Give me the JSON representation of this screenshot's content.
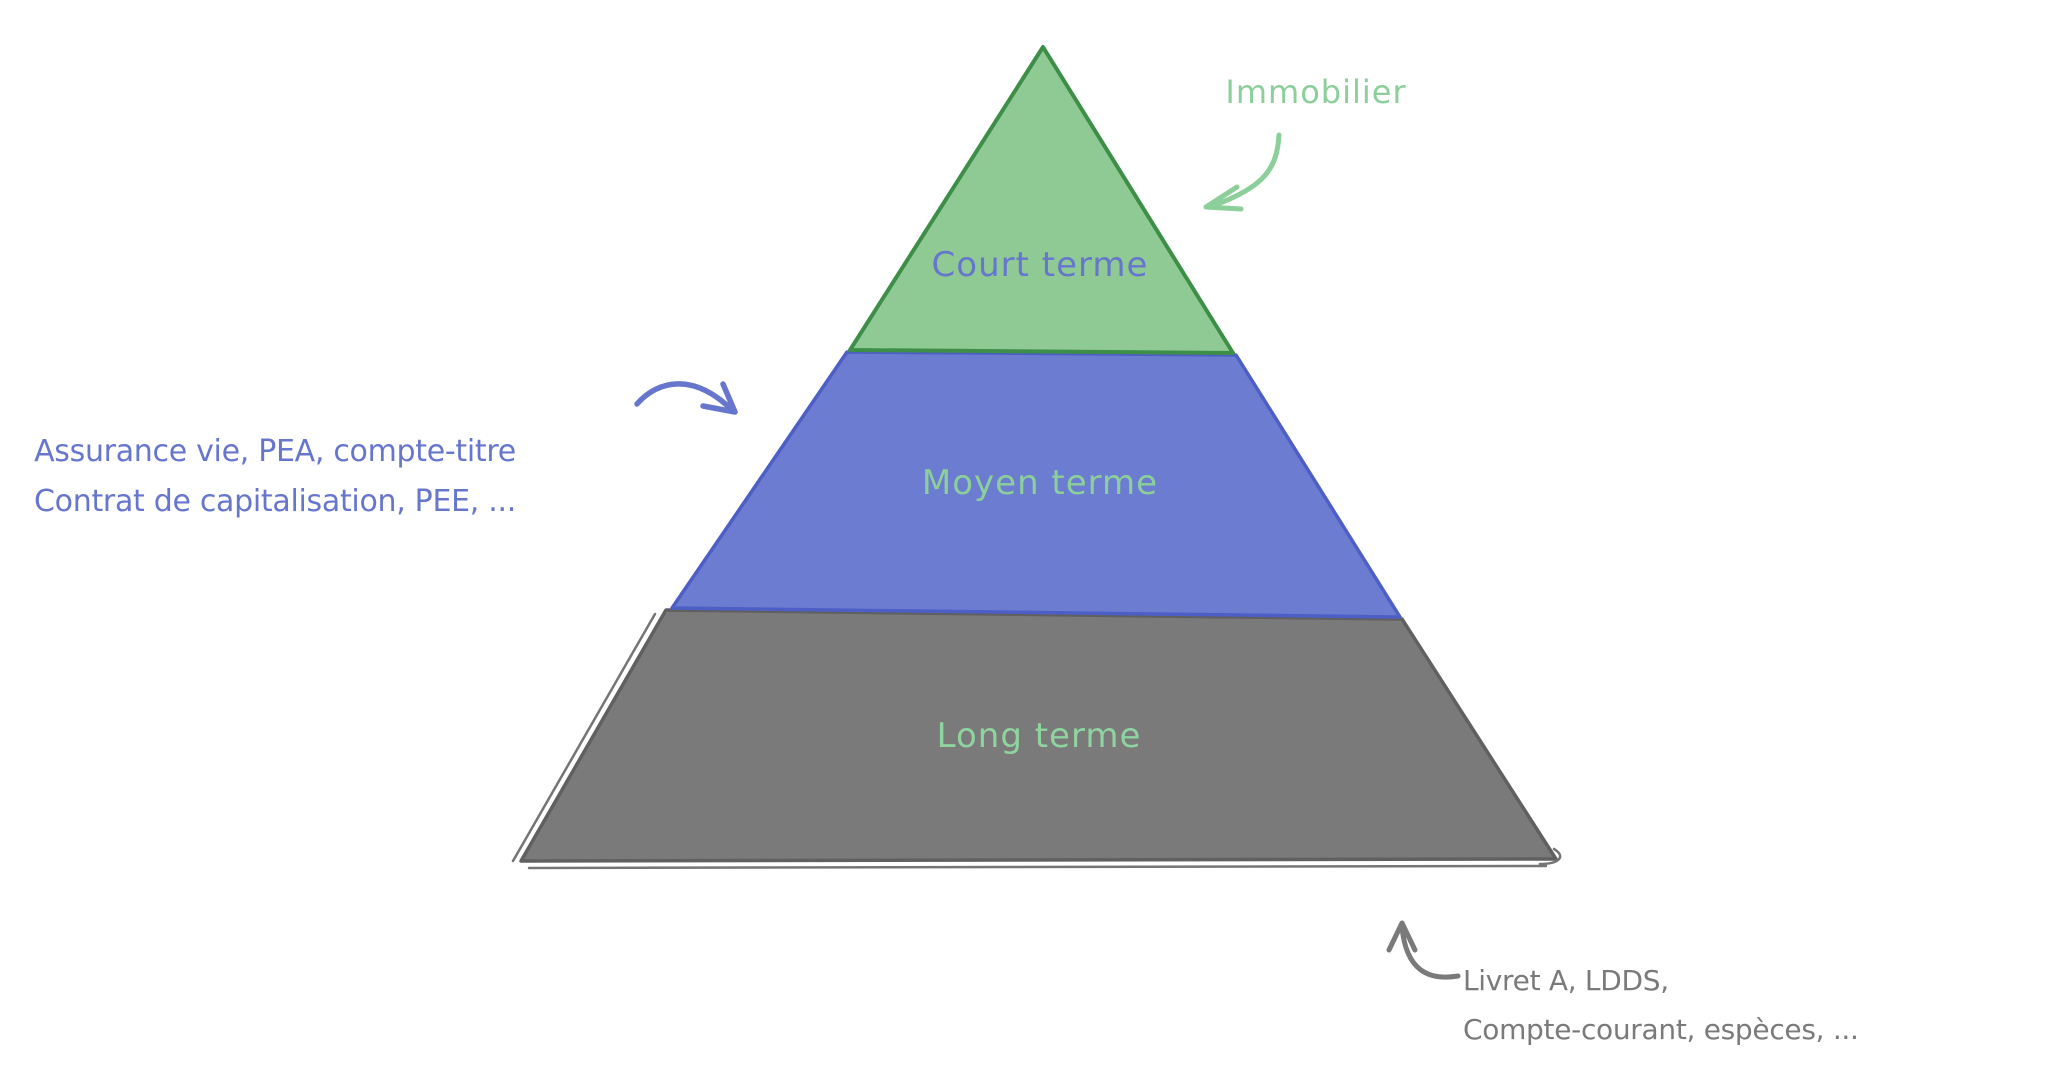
{
  "canvas": {
    "background": "#ffffff"
  },
  "pyramid": {
    "tiers": [
      {
        "id": "court-terme",
        "label": "Court terme",
        "fill": "#8fca94",
        "stroke": "#3d8e47",
        "label_color": "#6776cd"
      },
      {
        "id": "moyen-terme",
        "label": "Moyen terme",
        "fill": "#6b7cd1",
        "stroke": "#4d5fc6",
        "label_color": "#8ccf9a"
      },
      {
        "id": "long-terme",
        "label": "Long terme",
        "fill": "#7a7a7a",
        "stroke": "#606060",
        "label_color": "#8fd49f"
      }
    ]
  },
  "annotations": {
    "immobilier": {
      "text": "Immobilier",
      "color": "#8ccf9a"
    },
    "medium_term_products": {
      "line1": "Assurance vie, PEA, compte-titre",
      "line2": "Contrat de capitalisation, PEE, ...",
      "color": "#6776cd"
    },
    "long_term_products": {
      "line1": "Livret A, LDDS,",
      "line2": "Compte-courant, espèces, ...",
      "color": "#7a7a7a"
    }
  }
}
